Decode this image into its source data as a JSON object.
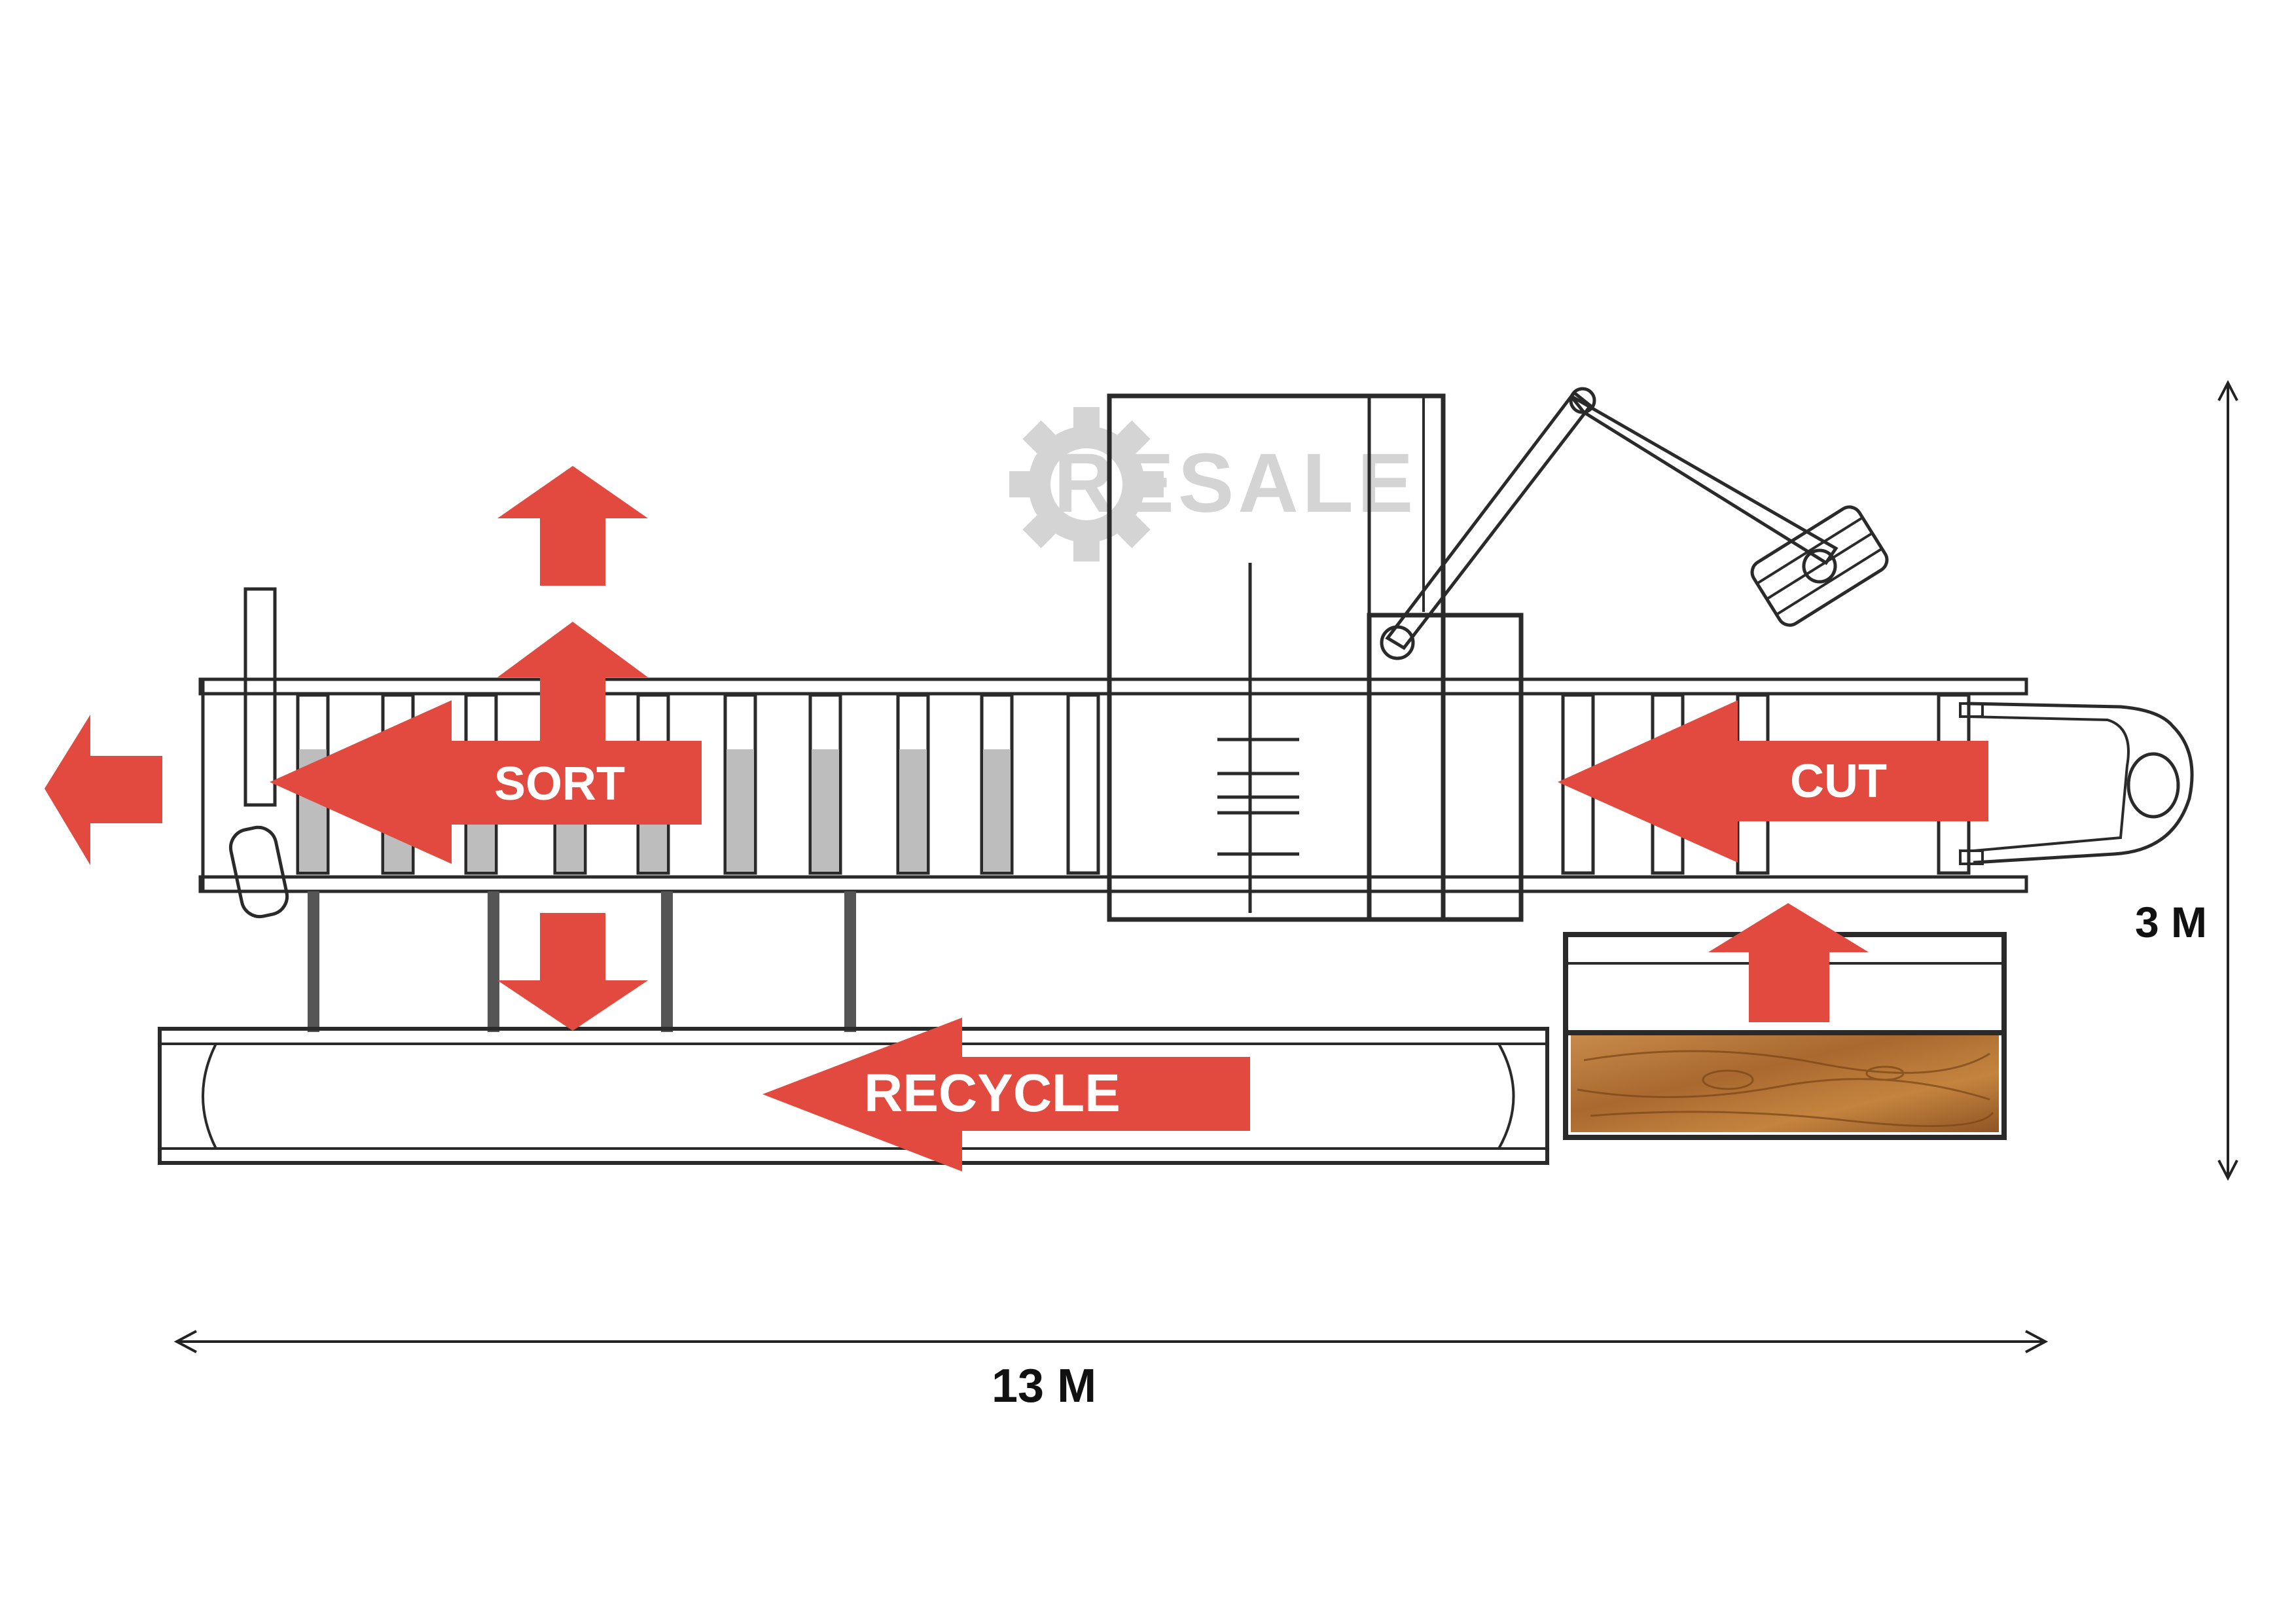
{
  "watermark": {
    "text": "RESALE"
  },
  "labels": {
    "sort": "SORT",
    "cut": "CUT",
    "recycle": "RECYCLE"
  },
  "dimensions": {
    "length": "13 M",
    "height": "3 M"
  },
  "colors": {
    "arrow": "#e2493f",
    "arrow_dark": "#c93a31",
    "line": "#2a2a2a",
    "slot_fill": "#bdbdbd",
    "watermark": "#d4d4d4",
    "wood": "#b77a3c"
  }
}
